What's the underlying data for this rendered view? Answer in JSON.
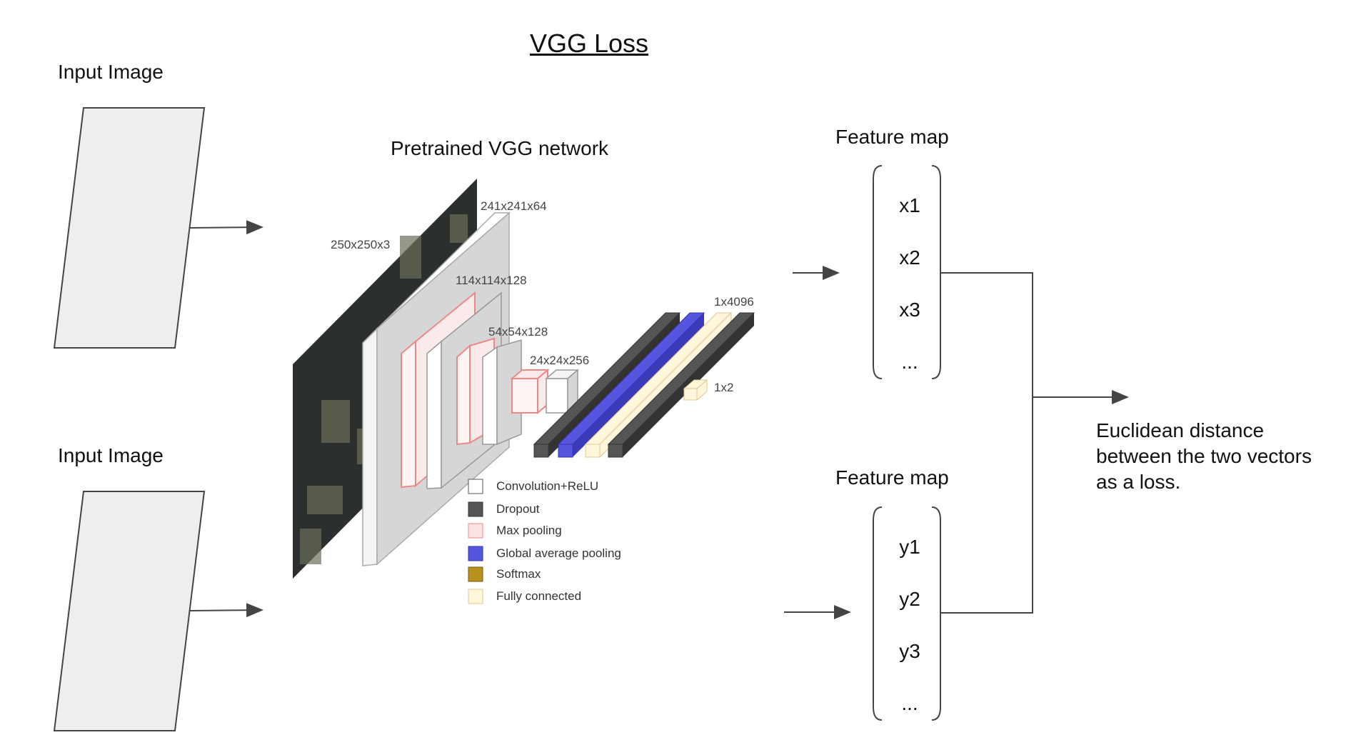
{
  "title": "VGG Loss",
  "inputs": [
    {
      "label": "Input Image"
    },
    {
      "label": "Input Image"
    }
  ],
  "network": {
    "label": "Pretrained VGG network",
    "layer_labels": [
      "250x250x3",
      "241x241x64",
      "114x114x128",
      "54x54x128",
      "24x24x256",
      "1x4096",
      "1x2"
    ],
    "legend": [
      {
        "label": "Convolution+ReLU",
        "color": "#ffffff"
      },
      {
        "label": "Dropout",
        "color": "#555555"
      },
      {
        "label": "Max pooling",
        "color": "#fbe4e4"
      },
      {
        "label": "Global average pooling",
        "color": "#5555dd"
      },
      {
        "label": "Softmax",
        "color": "#b8901e"
      },
      {
        "label": "Fully connected",
        "color": "#fff6dc"
      }
    ]
  },
  "feature_maps": [
    {
      "label": "Feature map",
      "entries": [
        "x1",
        "x2",
        "x3",
        "..."
      ]
    },
    {
      "label": "Feature map",
      "entries": [
        "y1",
        "y2",
        "y3",
        "..."
      ]
    }
  ],
  "result": {
    "lines": [
      "Euclidean distance",
      "between the two vectors",
      "as a loss."
    ]
  },
  "colors": {
    "input_fill": "#eeeeee",
    "dark_panel": "#2b2f2e",
    "arrow": "#444444"
  }
}
